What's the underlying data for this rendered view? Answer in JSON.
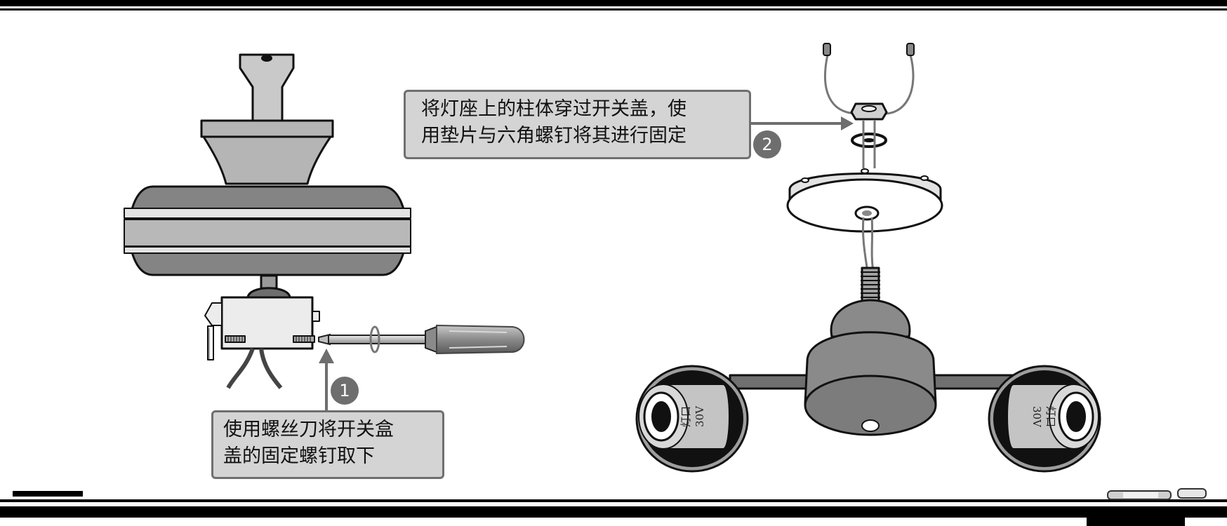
{
  "steps": [
    {
      "number": "1",
      "lines": [
        "使用螺丝刀将开关盒",
        "盖的固定螺钉取下"
      ]
    },
    {
      "number": "2",
      "lines": [
        "将灯座上的柱体穿过开关盖，使",
        "用垫片与六角螺钉将其进行固定"
      ]
    }
  ],
  "lamp_sockets": [
    {
      "label": "灯口",
      "rating": "30V"
    },
    {
      "label": "灯口",
      "rating": "30V"
    }
  ],
  "colors": {
    "callout_bg": "#d4d4d4",
    "callout_border": "#6f6f6f",
    "badge": "#6e6e6e",
    "rule": "#000000"
  }
}
